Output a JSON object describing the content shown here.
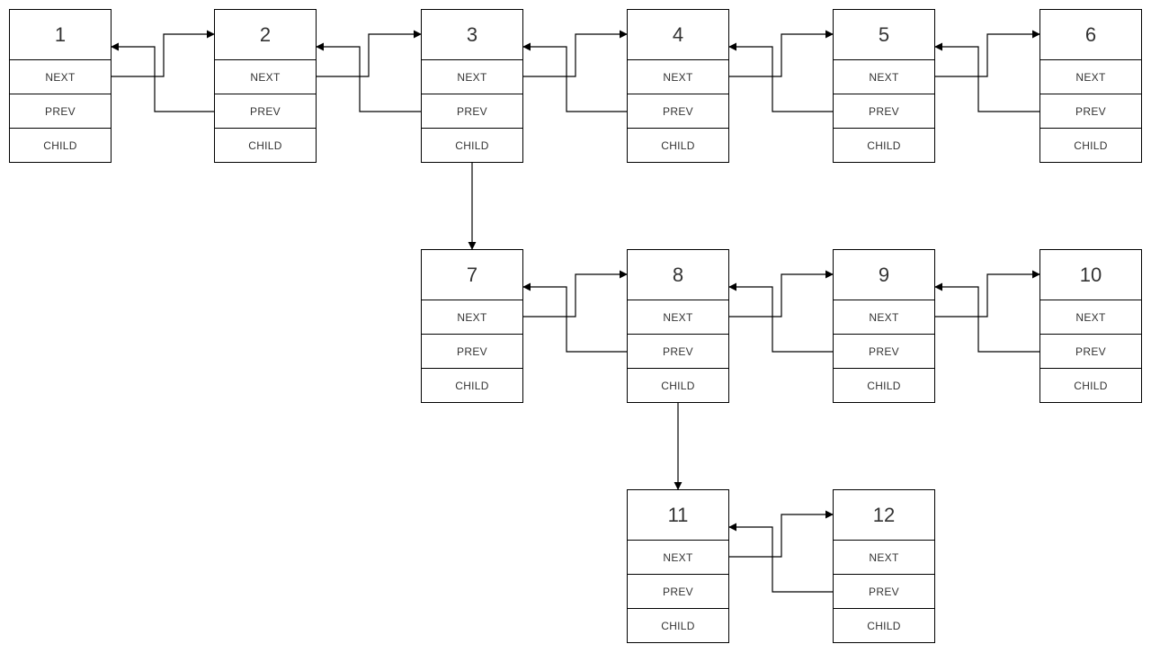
{
  "diagram": {
    "type": "multilevel-doubly-linked-list",
    "colors": {
      "background": "#ffffff",
      "node_fill": "#ffffff",
      "stroke": "#000000",
      "text": "#333333"
    },
    "field_labels": [
      "NEXT",
      "PREV",
      "CHILD"
    ],
    "nodes": [
      {
        "id": "1",
        "col": 0,
        "row": 0
      },
      {
        "id": "2",
        "col": 1,
        "row": 0
      },
      {
        "id": "3",
        "col": 2,
        "row": 0
      },
      {
        "id": "4",
        "col": 3,
        "row": 0
      },
      {
        "id": "5",
        "col": 4,
        "row": 0
      },
      {
        "id": "6",
        "col": 5,
        "row": 0
      },
      {
        "id": "7",
        "col": 2,
        "row": 1
      },
      {
        "id": "8",
        "col": 3,
        "row": 1
      },
      {
        "id": "9",
        "col": 4,
        "row": 1
      },
      {
        "id": "10",
        "col": 5,
        "row": 1
      },
      {
        "id": "11",
        "col": 3,
        "row": 2
      },
      {
        "id": "12",
        "col": 4,
        "row": 2
      }
    ],
    "links": {
      "next": [
        [
          "1",
          "2"
        ],
        [
          "2",
          "3"
        ],
        [
          "3",
          "4"
        ],
        [
          "4",
          "5"
        ],
        [
          "5",
          "6"
        ],
        [
          "7",
          "8"
        ],
        [
          "8",
          "9"
        ],
        [
          "9",
          "10"
        ],
        [
          "11",
          "12"
        ]
      ],
      "prev": [
        [
          "2",
          "1"
        ],
        [
          "3",
          "2"
        ],
        [
          "4",
          "3"
        ],
        [
          "5",
          "4"
        ],
        [
          "6",
          "5"
        ],
        [
          "8",
          "7"
        ],
        [
          "9",
          "8"
        ],
        [
          "10",
          "9"
        ],
        [
          "12",
          "11"
        ]
      ],
      "child": [
        [
          "3",
          "7"
        ],
        [
          "8",
          "11"
        ]
      ]
    }
  }
}
